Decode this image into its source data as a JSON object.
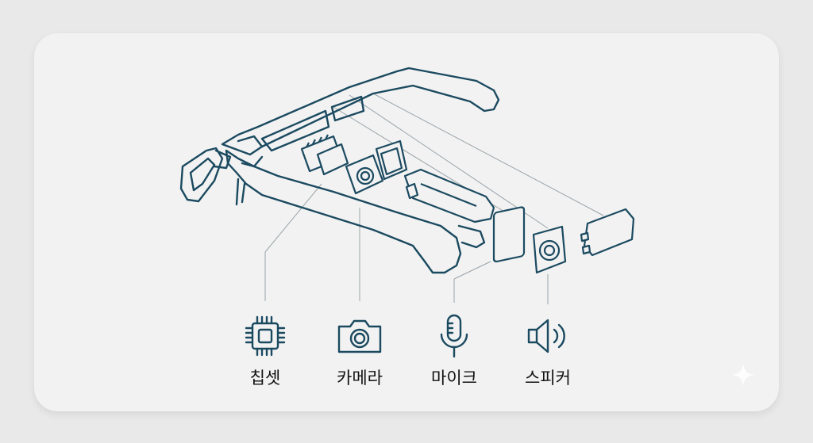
{
  "features": [
    {
      "label": "칩셋",
      "icon": "chip-icon"
    },
    {
      "label": "카메라",
      "icon": "camera-icon"
    },
    {
      "label": "마이크",
      "icon": "microphone-icon"
    },
    {
      "label": "스피커",
      "icon": "speaker-icon"
    }
  ],
  "colors": {
    "line": "#1b4a60",
    "leader": "#9aa4aa",
    "card": "#f2f2f2",
    "background": "#e9e9e9"
  }
}
